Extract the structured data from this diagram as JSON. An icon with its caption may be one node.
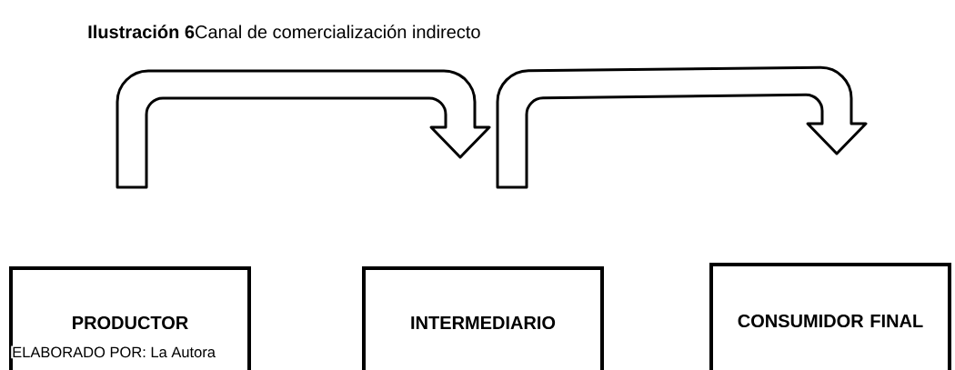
{
  "diagram": {
    "title": "**Ilustración 6**Canal de comercialización indirecto",
    "nodes": [
      {
        "text": [
          "PRODUCTOR"
        ]
      },
      {
        "text": [
          "INTERMEDIARIO"
        ]
      },
      {
        "text": [
          "CONSUMIDOR FINAL"
        ]
      }
    ],
    "edges": [
      {
        "from": 0,
        "to": 1,
        "arrow": "to"
      },
      {
        "from": 1,
        "to": 2,
        "arrow": "to"
      }
    ],
    "labels": [
      "ELABORADO POR: La Autora"
    ]
  }
}
